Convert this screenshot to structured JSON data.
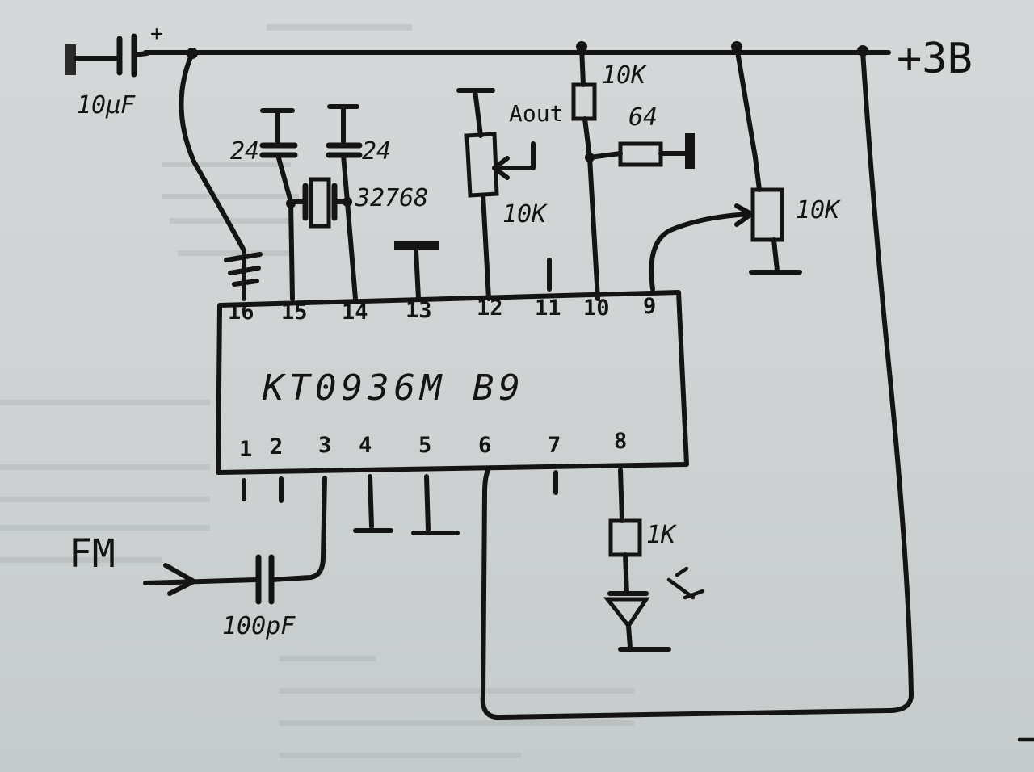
{
  "ic": {
    "name": "KT0936M B9"
  },
  "pins": {
    "p1": "1",
    "p2": "2",
    "p3": "3",
    "p4": "4",
    "p5": "5",
    "p6": "6",
    "p7": "7",
    "p8": "8",
    "p9": "9",
    "p10": "10",
    "p11": "11",
    "p12": "12",
    "p13": "13",
    "p14": "14",
    "p15": "15",
    "p16": "16"
  },
  "labels": {
    "supply": "+3B",
    "cap_10uf": "10μF",
    "cap_24_left": "24",
    "cap_24_right": "24",
    "crystal": "32768",
    "pot_10k": "10K",
    "resistor_10k_top": "10K",
    "resistor_64": "64",
    "resistor_10k_right": "10K",
    "resistor_1k": "1K",
    "cap_100pf": "100pF",
    "fm_input": "FM",
    "pot_label": "Aout"
  }
}
